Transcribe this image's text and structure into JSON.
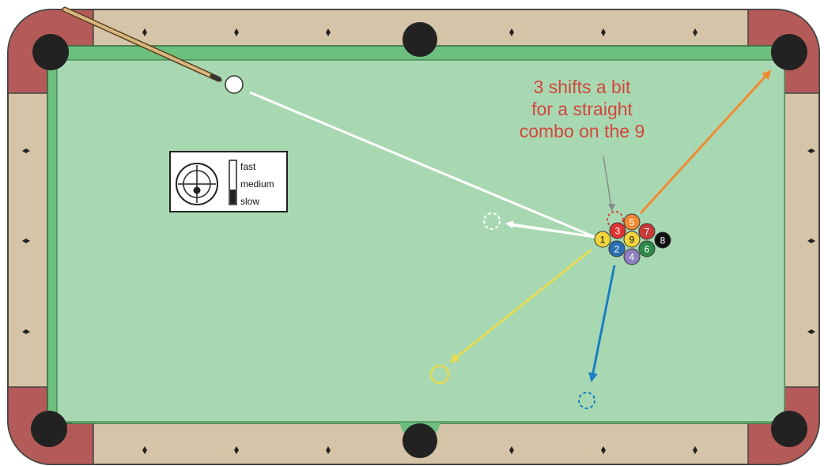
{
  "callout": {
    "line1": "3 shifts a bit",
    "line2": "for a straight",
    "line3": "combo on the 9"
  },
  "speed_legend": {
    "fast": "fast",
    "medium": "medium",
    "slow": "slow",
    "selected": "slow"
  },
  "balls": [
    {
      "number": "1",
      "color": "#f2d43c",
      "text_color": "#111111"
    },
    {
      "number": "2",
      "color": "#2a6fb3",
      "text_color": "#ffffff"
    },
    {
      "number": "3",
      "color": "#e03434",
      "text_color": "#ffffff"
    },
    {
      "number": "4",
      "color": "#8d7fc0",
      "text_color": "#ffffff"
    },
    {
      "number": "5",
      "color": "#f08a32",
      "text_color": "#ffffff"
    },
    {
      "number": "6",
      "color": "#2e8a4a",
      "text_color": "#ffffff"
    },
    {
      "number": "7",
      "color": "#c83a3a",
      "text_color": "#ffffff"
    },
    {
      "number": "8",
      "color": "#111111",
      "text_color": "#ffffff"
    },
    {
      "number": "9",
      "color": "#f2d43c",
      "text_color": "#111111"
    }
  ],
  "colors": {
    "felt": "#a8d8b2",
    "cushion": "#6cc07e",
    "rail": "#d6c4a8",
    "corner": "#b45a58",
    "pocket": "#222222",
    "cue_ball_path": "#ffffff",
    "one_ball_path": "#e4dc54",
    "two_ball_path": "#1a7fc4",
    "five_ball_path": "#f08a32",
    "callout_text": "#d2463c"
  }
}
